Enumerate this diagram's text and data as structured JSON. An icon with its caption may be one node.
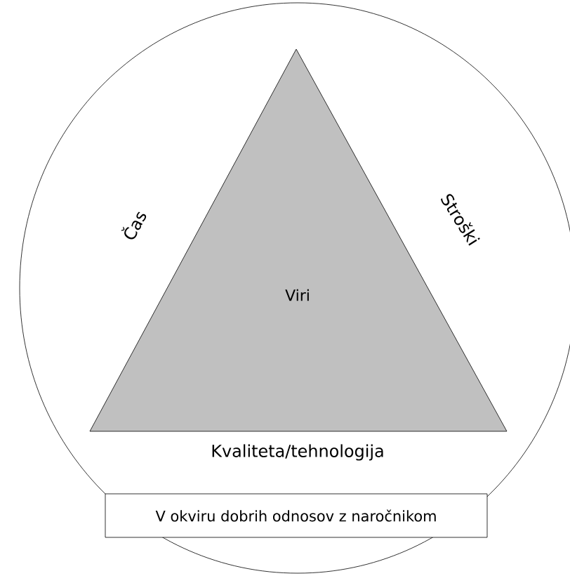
{
  "diagram": {
    "nodes": [
      {
        "text": [],
        "shape": "circle"
      },
      {
        "text": [
          "Viri"
        ],
        "in": 0
      },
      {
        "text": [
          "V okviru dobrih odnosov z naročnikom"
        ],
        "in": 0
      }
    ],
    "labels": [
      "Čas",
      "Stroški",
      "Kvaliteta/tehnologija"
    ]
  }
}
